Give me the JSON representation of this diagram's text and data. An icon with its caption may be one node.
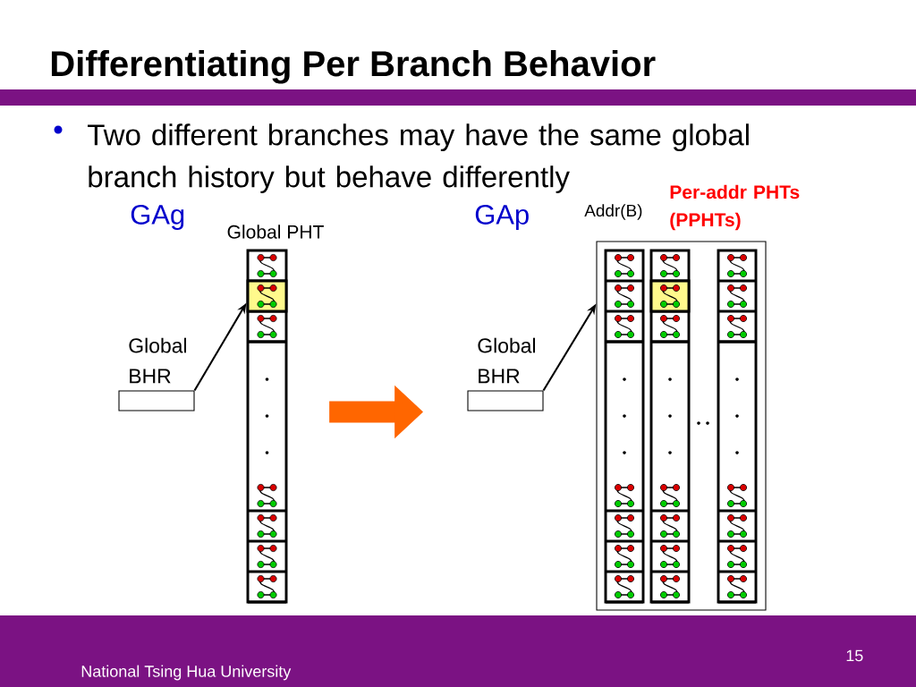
{
  "diagram": {
    "title": "Differentiating Per Branch Behavior",
    "nodes": [
      {
        "text": [
          "Global PHT"
        ]
      },
      {
        "text": [],
        "shape": "box",
        "in": 0
      },
      {
        "text": [
          "Global BHR"
        ]
      },
      {
        "text": [
          "Global BHR"
        ]
      },
      {
        "text": [
          "Per-addr PHTs (PPHTs)"
        ],
        "beside": [
          "Addr(B)"
        ]
      },
      {
        "text": [],
        "shape": "box",
        "in": 4
      },
      {
        "text": [],
        "shape": "box",
        "in": 4
      },
      {
        "text": [],
        "shape": "box",
        "in": 4
      },
      {
        "text": [],
        "shape": "box",
        "in": 6
      }
    ],
    "edges": [
      {
        "from": 2,
        "to": 1,
        "arrow": "to"
      },
      {
        "from": 3,
        "to": 4,
        "arrow": "to"
      },
      {
        "from": 0,
        "to": 3,
        "arrow": "to",
        "style": "thick",
        "color": "#ff6600"
      }
    ],
    "labels": [
      "Two different branches may have the same global branch history but behave differently",
      "GAg",
      "GAp",
      "National Tsing Hua University",
      "15"
    ]
  }
}
